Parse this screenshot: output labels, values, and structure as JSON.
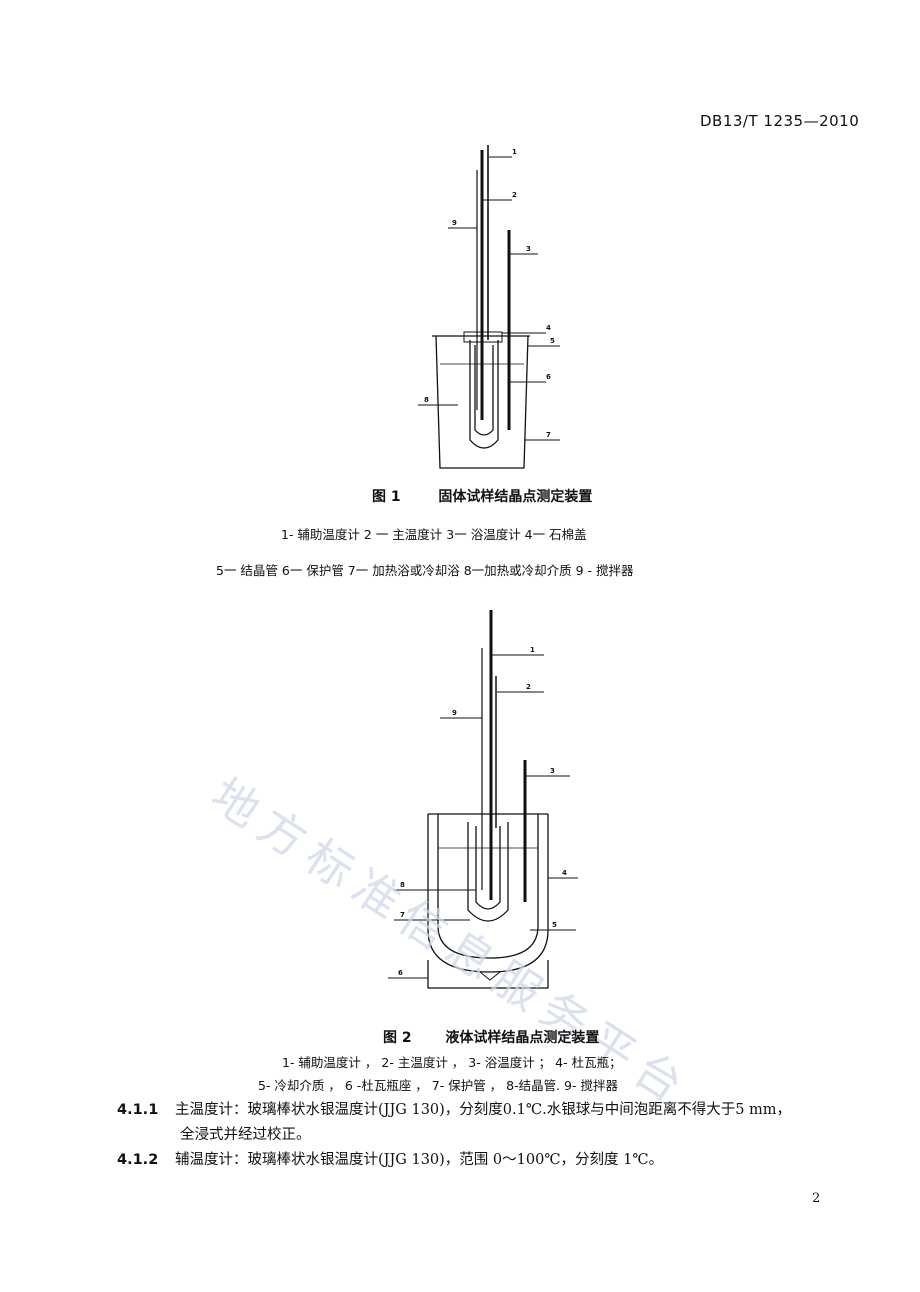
{
  "header": {
    "code": "DB13/T 1235—2010"
  },
  "figure1": {
    "labels": [
      "1",
      "2",
      "3",
      "4",
      "5",
      "6",
      "7",
      "8",
      "9"
    ],
    "caption_num": "图 1",
    "caption_title": "固体试样结晶点测定装置",
    "legend_line1": "1- 辅助温度计    2 一 主温度计    3一 浴温度计    4一 石棉盖",
    "legend_line2": "5一 结晶管    6一 保护管    7一 加热浴或冷却浴    8一加热或冷却介质 9 - 搅拌器"
  },
  "figure2": {
    "labels": [
      "1",
      "2",
      "3",
      "4",
      "5",
      "6",
      "7",
      "8",
      "9"
    ],
    "caption_num": "图 2",
    "caption_title": "液体试样结晶点测定装置",
    "legend_line1": "1- 辅助温度计 ， 2- 主温度计 ， 3- 浴温度计 ； 4- 杜瓦瓶；",
    "legend_line2": "5- 冷却介质 ， 6 -杜瓦瓶座 ， 7- 保护管 ，  8-结晶管. 9- 搅拌器"
  },
  "clauses": [
    {
      "num": "4.1.1",
      "text": "主温度计：玻璃棒状水银温度计(JJG 130)，分刻度0.1℃.水银球与中间泡距离不得大于5 mm，",
      "cont": "全浸式并经过校正。"
    },
    {
      "num": "4.1.2",
      "text": "辅温度计：玻璃棒状水银温度计(JJG 130)，范围 0～100℃，分刻度 1℃。"
    }
  ],
  "watermark": "地方标准信息服务平台",
  "page_number": "2"
}
